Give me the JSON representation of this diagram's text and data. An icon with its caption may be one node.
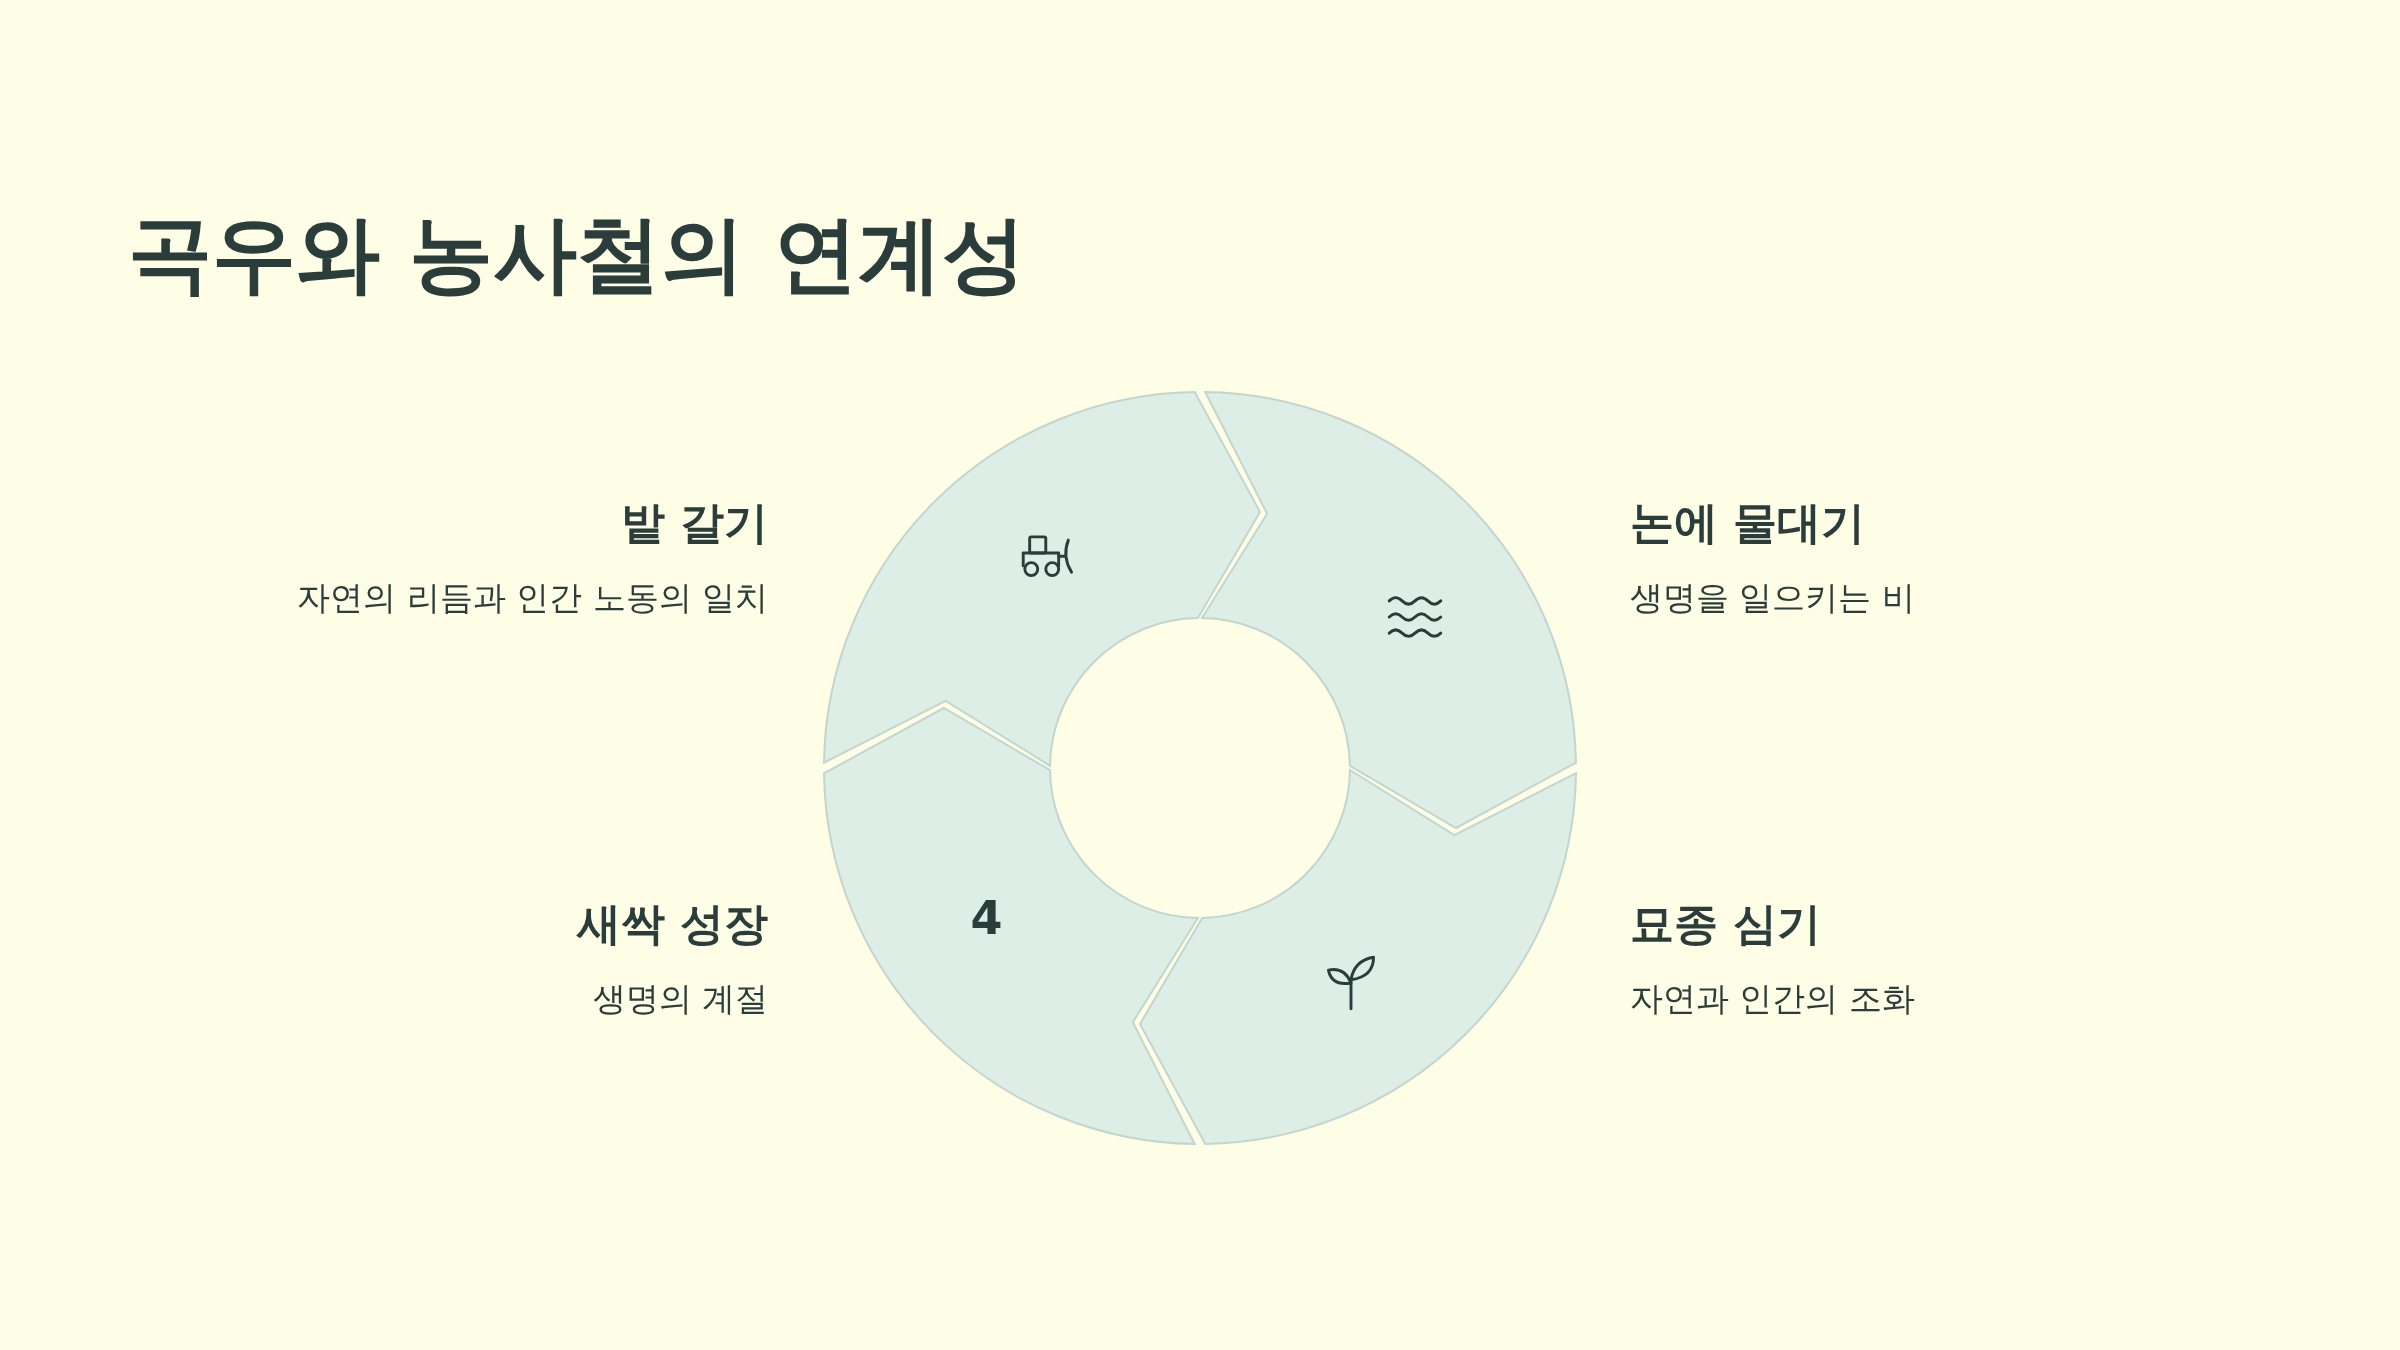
{
  "diagram": {
    "title": "곡우와 농사철의 연계성",
    "nodes": [
      {
        "text": [],
        "shape": "picture",
        "beside": [
          "밭 갈기",
          "자연의 리듬과 인간 노동의 일치"
        ]
      },
      {
        "text": [],
        "shape": "picture",
        "beside": [
          "논에 물대기",
          "생명을 일으키는 비"
        ]
      },
      {
        "text": [],
        "shape": "picture",
        "beside": [
          "묘종 심기",
          "자연과 인간의 조화"
        ]
      },
      {
        "text": [
          "4"
        ],
        "beside": [
          "새싹 성장",
          "생명의 계절"
        ]
      }
    ]
  }
}
